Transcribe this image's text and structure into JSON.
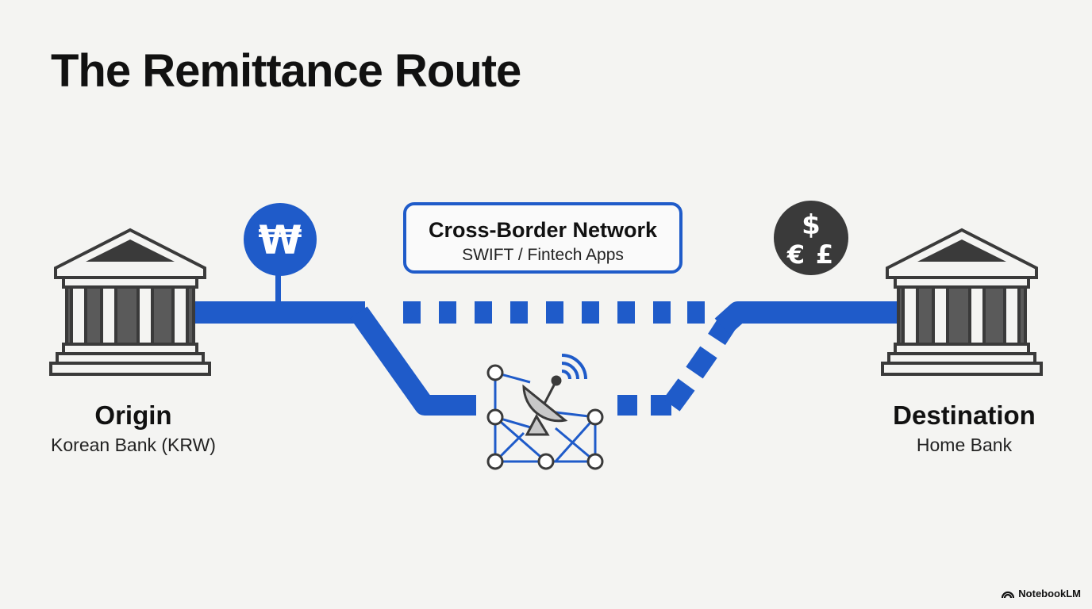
{
  "title": "The Remittance Route",
  "origin": {
    "label": "Origin",
    "sub": "Korean Bank (KRW)"
  },
  "destination": {
    "label": "Destination",
    "sub": "Home Bank"
  },
  "network": {
    "label": "Cross-Border Network",
    "sub": "SWIFT / Fintech Apps"
  },
  "won_symbol": "₩",
  "currency_symbols": {
    "dollar": "$",
    "euro": "€",
    "pound": "£"
  },
  "brand": "NotebookLM",
  "colors": {
    "accent": "#1f5bc9",
    "dark": "#3a3a3a",
    "bank_fill": "#5a5a5a",
    "background": "#f4f4f2"
  }
}
